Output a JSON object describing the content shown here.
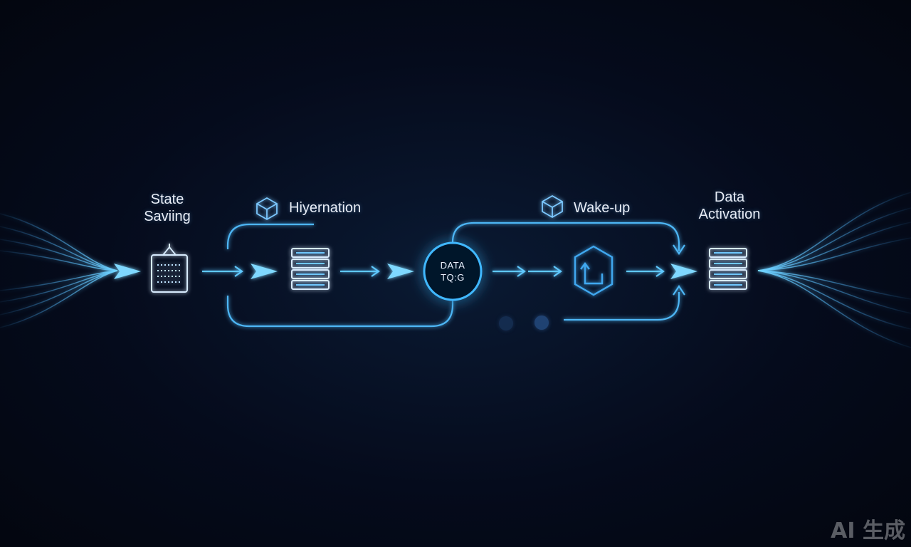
{
  "stages": {
    "state_saving": {
      "line1": "State",
      "line2": "Saviing"
    },
    "hibernation": {
      "label": "Hiyernation"
    },
    "wake_up": {
      "label": "Wake-up"
    },
    "data_activation": {
      "line1": "Data",
      "line2": "Activation"
    }
  },
  "hub": {
    "line1": "DATA",
    "line2": "TQ:G"
  },
  "watermark": "AI 生成",
  "colors": {
    "background": "#050b1c",
    "accent": "#3fb8ff",
    "line": "#5fc8ff",
    "glow": "#1e90ff",
    "text": "#e9eef7"
  },
  "icons": [
    "chip-icon",
    "server-stack-icon",
    "cube-icon",
    "box-arrow-icon",
    "arrow-right-icon"
  ]
}
